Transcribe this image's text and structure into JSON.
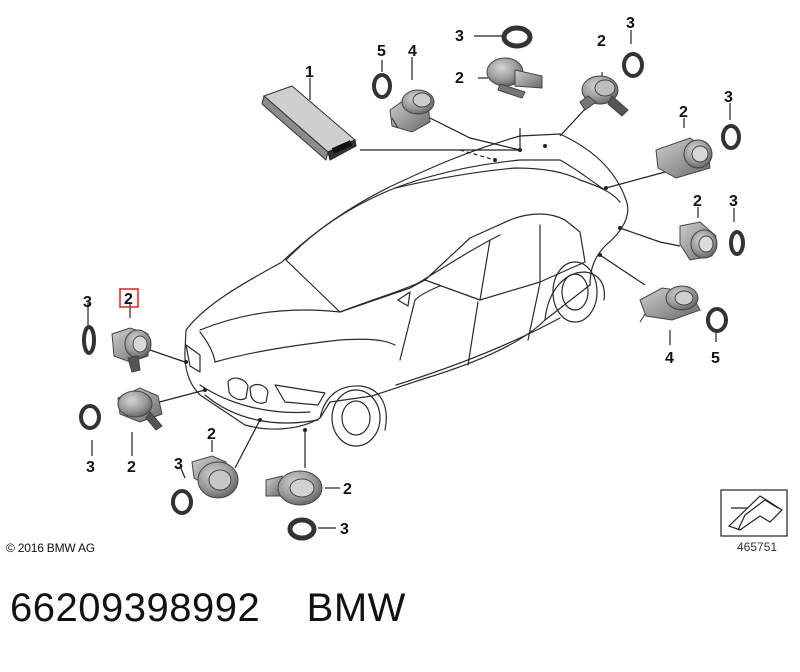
{
  "diagram": {
    "callouts": [
      {
        "id": "c1",
        "text": "1"
      },
      {
        "id": "c2",
        "text": "2"
      },
      {
        "id": "c3",
        "text": "3"
      },
      {
        "id": "c4",
        "text": "4"
      },
      {
        "id": "c5",
        "text": "5"
      }
    ],
    "highlight_color": "#e02020",
    "line_color": "#222222",
    "sensor_color": "#8f8f8f"
  },
  "copyright": "© 2016 BMW AG",
  "reference_number": "465751",
  "caption": {
    "part_number": "66209398992",
    "brand": "BMW"
  }
}
